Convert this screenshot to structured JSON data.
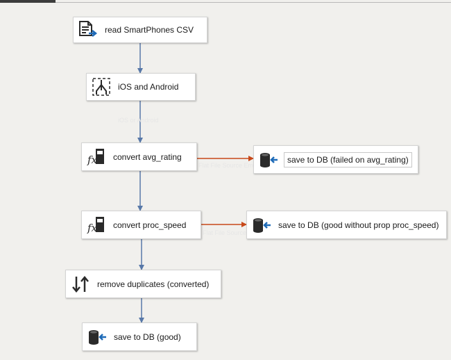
{
  "nodes": {
    "read_csv": "read SmartPhones CSV",
    "ios_android": "iOS and Android",
    "convert_avg_rating": "convert avg_rating",
    "save_failed": "save to DB (failed on avg_rating)",
    "convert_proc_speed": "convert proc_speed",
    "save_good_without": "save to DB (good without prop proc_speed)",
    "remove_duplicates": "remove duplicates (converted)",
    "save_good": "save to DB (good)"
  },
  "path_labels": {
    "ios_android_output": "iOS or Android",
    "error_output_1": "Flat File Source Error Output",
    "error_output_2": "Flat File Source Error Output"
  },
  "colors": {
    "data_path": "#5878a8",
    "error_path": "#c8491a",
    "canvas": "#f1f0ed",
    "node_fill": "#ffffff"
  },
  "icons": {
    "read_csv": "flat-file-source-icon",
    "ios_android": "conditional-split-icon",
    "convert_avg_rating": "derived-column-icon",
    "save_failed": "ole-db-destination-icon",
    "convert_proc_speed": "derived-column-icon",
    "save_good_without": "ole-db-destination-icon",
    "remove_duplicates": "sort-icon",
    "save_good": "ole-db-destination-icon"
  }
}
